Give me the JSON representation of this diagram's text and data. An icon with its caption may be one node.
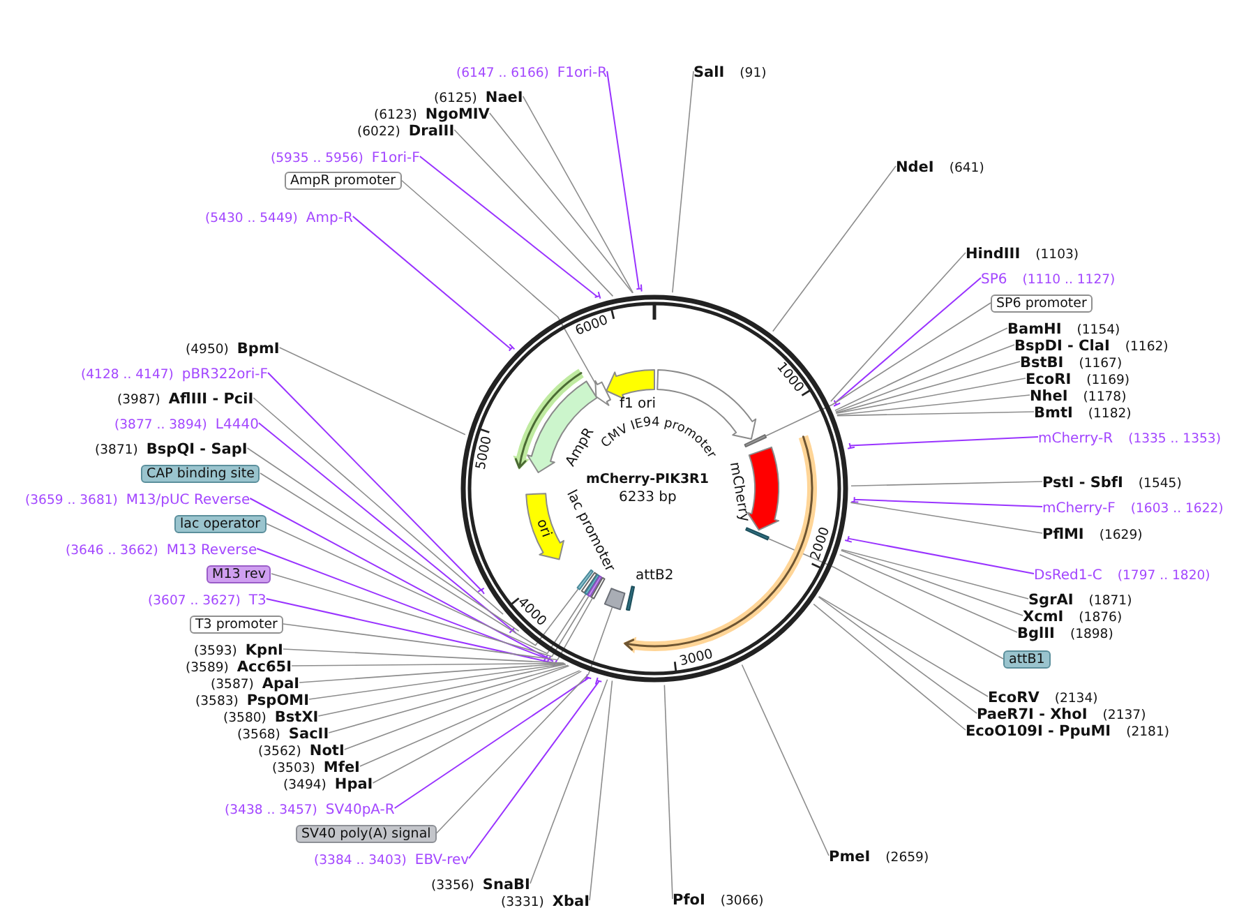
{
  "diagram": {
    "nodes": [
      {
        "text": [
          "(6147 .. 6166)",
          "F1ori-R"
        ]
      },
      {
        "text": [
          "SalI",
          "(91)"
        ]
      },
      {
        "text": [
          "(6125)",
          "NaeI"
        ]
      },
      {
        "text": [
          "(6123)",
          "NgoMIV"
        ]
      },
      {
        "text": [
          "(6022)",
          "DraIII"
        ]
      },
      {
        "text": [
          "(5935 .. 5956)",
          "F1ori-F"
        ]
      },
      {
        "text": [
          "NdeI",
          "(641)"
        ]
      },
      {
        "text": [
          "AmpR promoter"
        ]
      },
      {
        "text": [
          "(5430 .. 5449)",
          "Amp-R"
        ]
      },
      {
        "text": [
          "HindIII",
          "(1103)"
        ]
      },
      {
        "text": [
          "SP6",
          "(1110 .. 1127)"
        ]
      },
      {
        "text": [
          "SP6 promoter"
        ]
      },
      {
        "text": [
          "BamHI",
          "(1154)"
        ]
      },
      {
        "text": [
          "(4950)",
          "BpmI"
        ]
      },
      {
        "text": [
          "BspDI - ClaI",
          "(1162)"
        ]
      },
      {
        "text": [
          "BstBI",
          "(1167)"
        ]
      },
      {
        "text": [
          "(4128 .. 4147)",
          "pBR322ori-F"
        ]
      },
      {
        "text": [
          "EcoRI",
          "(1169)"
        ]
      },
      {
        "text": [
          "(3987)",
          "AflIII - PciI"
        ]
      },
      {
        "text": [
          "NheI",
          "(1178)"
        ]
      },
      {
        "text": [
          "BmtI",
          "(1182)"
        ]
      },
      {
        "text": [
          "(3877 .. 3894)",
          "L4440"
        ]
      },
      {
        "text": [
          "mCherry-R",
          "(1335 .. 1353)"
        ]
      },
      {
        "text": [
          "(3871)",
          "BspQI - SapI"
        ]
      },
      {
        "text": [
          "CAP binding site"
        ]
      },
      {
        "text": [
          "PstI - SbfI",
          "(1545)"
        ]
      },
      {
        "text": [
          "(3659 .. 3681)",
          "M13/pUC Reverse"
        ]
      },
      {
        "text": [
          "mCherry-F",
          "(1603 .. 1622)"
        ]
      },
      {
        "text": [
          "lac operator"
        ]
      },
      {
        "text": [
          "PflMI",
          "(1629)"
        ]
      },
      {
        "text": [
          "(3646 .. 3662)",
          "M13 Reverse"
        ]
      },
      {
        "text": [
          "M13 rev"
        ]
      },
      {
        "text": [
          "DsRed1-C",
          "(1797 .. 1820)"
        ]
      },
      {
        "text": [
          "(3607 .. 3627)",
          "T3"
        ]
      },
      {
        "text": [
          "SgrAI",
          "(1871)"
        ]
      },
      {
        "text": [
          "XcmI",
          "(1876)"
        ]
      },
      {
        "text": [
          "T3 promoter"
        ]
      },
      {
        "text": [
          "BglII",
          "(1898)"
        ]
      },
      {
        "text": [
          "(3593)",
          "KpnI"
        ]
      },
      {
        "text": [
          "attB1"
        ]
      },
      {
        "text": [
          "(3589)",
          "Acc65I"
        ]
      },
      {
        "text": [
          "(3587)",
          "ApaI"
        ]
      },
      {
        "text": [
          "(3583)",
          "PspOMI"
        ]
      },
      {
        "text": [
          "EcoRV",
          "(2134)"
        ]
      },
      {
        "text": [
          "(3580)",
          "BstXI"
        ]
      },
      {
        "text": [
          "PaeR7I - XhoI",
          "(2137)"
        ]
      },
      {
        "text": [
          "(3568)",
          "SacII"
        ]
      },
      {
        "text": [
          "EcoO109I - PpuMI",
          "(2181)"
        ]
      },
      {
        "text": [
          "(3562)",
          "NotI"
        ]
      },
      {
        "text": [
          "(3503)",
          "MfeI"
        ]
      },
      {
        "text": [
          "(3494)",
          "HpaI"
        ]
      },
      {
        "text": [
          "(3438 .. 3457)",
          "SV40pA-R"
        ]
      },
      {
        "text": [
          "SV40 poly(A) signal"
        ]
      },
      {
        "text": [
          "(3384 .. 3403)",
          "EBV-rev"
        ]
      },
      {
        "text": [
          "PmeI",
          "(2659)"
        ]
      },
      {
        "text": [
          "(3356)",
          "SnaBI"
        ]
      },
      {
        "text": [
          "(3331)",
          "XbaI"
        ]
      },
      {
        "text": [
          "PfoI",
          "(3066)"
        ]
      },
      {
        "text": [
          "mCherry-PIK3R1",
          "6233 bp"
        ]
      },
      {
        "text": [
          "f1 ori"
        ],
        "in": 58
      },
      {
        "text": [
          "CMV IE94 promoter"
        ],
        "in": 58
      },
      {
        "text": [],
        "shape": "arrow",
        "in": 58
      },
      {
        "text": [],
        "shape": "arrow",
        "in": 58
      },
      {
        "text": [
          "AmpR"
        ],
        "in": 58
      },
      {
        "text": [],
        "shape": "arrow",
        "in": 58
      },
      {
        "text": [],
        "shape": "bar",
        "in": 58
      },
      {
        "text": [
          "mCherry"
        ],
        "in": 58
      },
      {
        "text": [
          "lac promoter"
        ],
        "in": 58
      },
      {
        "text": [
          "ori"
        ],
        "in": 58
      },
      {
        "text": [],
        "shape": "bar",
        "in": 58
      },
      {
        "text": [],
        "shape": "bar",
        "in": 58
      },
      {
        "text": [],
        "shape": "bar",
        "in": 58
      },
      {
        "text": [],
        "shape": "bar",
        "in": 58
      },
      {
        "text": [],
        "shape": "bar",
        "in": 58
      },
      {
        "text": [
          "attB2"
        ],
        "in": 58
      },
      {
        "text": [],
        "shape": "box",
        "in": 58
      }
    ],
    "edges": [
      {
        "from": 0,
        "to": 58,
        "arrow": "none",
        "color": "#9933ff"
      },
      {
        "from": 1,
        "to": 58,
        "arrow": "none"
      },
      {
        "from": 2,
        "to": 58,
        "arrow": "none"
      },
      {
        "from": 3,
        "to": 58,
        "arrow": "none"
      },
      {
        "from": 4,
        "to": 58,
        "arrow": "none"
      },
      {
        "from": 5,
        "to": 58,
        "arrow": "none",
        "color": "#9933ff"
      },
      {
        "from": 6,
        "to": 58,
        "arrow": "none"
      },
      {
        "from": 7,
        "to": 62,
        "arrow": "none"
      },
      {
        "from": 8,
        "to": 58,
        "arrow": "none",
        "color": "#9933ff"
      },
      {
        "from": 9,
        "to": 58,
        "arrow": "none"
      },
      {
        "from": 10,
        "to": 58,
        "arrow": "none",
        "color": "#9933ff"
      },
      {
        "from": 11,
        "to": 65,
        "arrow": "none"
      },
      {
        "from": 12,
        "to": 58,
        "arrow": "none"
      },
      {
        "from": 13,
        "to": 58,
        "arrow": "none"
      },
      {
        "from": 14,
        "to": 58,
        "arrow": "none"
      },
      {
        "from": 15,
        "to": 58,
        "arrow": "none"
      },
      {
        "from": 16,
        "to": 58,
        "arrow": "none",
        "color": "#9933ff"
      },
      {
        "from": 17,
        "to": 58,
        "arrow": "none"
      },
      {
        "from": 18,
        "to": 58,
        "arrow": "none"
      },
      {
        "from": 19,
        "to": 58,
        "arrow": "none"
      },
      {
        "from": 20,
        "to": 58,
        "arrow": "none"
      },
      {
        "from": 21,
        "to": 58,
        "arrow": "none",
        "color": "#9933ff"
      },
      {
        "from": 22,
        "to": 58,
        "arrow": "none",
        "color": "#9933ff"
      },
      {
        "from": 23,
        "to": 58,
        "arrow": "none"
      },
      {
        "from": 24,
        "to": 70,
        "arrow": "none"
      },
      {
        "from": 25,
        "to": 58,
        "arrow": "none"
      },
      {
        "from": 26,
        "to": 58,
        "arrow": "none",
        "color": "#9933ff"
      },
      {
        "from": 27,
        "to": 58,
        "arrow": "none",
        "color": "#9933ff"
      },
      {
        "from": 28,
        "to": 71,
        "arrow": "none"
      },
      {
        "from": 29,
        "to": 58,
        "arrow": "none"
      },
      {
        "from": 30,
        "to": 58,
        "arrow": "none",
        "color": "#9933ff"
      },
      {
        "from": 31,
        "to": 72,
        "arrow": "none"
      },
      {
        "from": 32,
        "to": 58,
        "arrow": "none",
        "color": "#9933ff"
      },
      {
        "from": 33,
        "to": 58,
        "arrow": "none",
        "color": "#9933ff"
      },
      {
        "from": 34,
        "to": 58,
        "arrow": "none"
      },
      {
        "from": 35,
        "to": 58,
        "arrow": "none"
      },
      {
        "from": 36,
        "to": 73,
        "arrow": "none"
      },
      {
        "from": 37,
        "to": 58,
        "arrow": "none"
      },
      {
        "from": 38,
        "to": 58,
        "arrow": "none"
      },
      {
        "from": 39,
        "to": 69,
        "arrow": "none"
      },
      {
        "from": 40,
        "to": 58,
        "arrow": "none"
      },
      {
        "from": 41,
        "to": 58,
        "arrow": "none"
      },
      {
        "from": 42,
        "to": 58,
        "arrow": "none"
      },
      {
        "from": 43,
        "to": 58,
        "arrow": "none"
      },
      {
        "from": 44,
        "to": 58,
        "arrow": "none"
      },
      {
        "from": 45,
        "to": 58,
        "arrow": "none"
      },
      {
        "from": 46,
        "to": 58,
        "arrow": "none"
      },
      {
        "from": 47,
        "to": 58,
        "arrow": "none"
      },
      {
        "from": 48,
        "to": 58,
        "arrow": "none"
      },
      {
        "from": 49,
        "to": 58,
        "arrow": "none"
      },
      {
        "from": 50,
        "to": 58,
        "arrow": "none"
      },
      {
        "from": 51,
        "to": 58,
        "arrow": "none",
        "color": "#9933ff"
      },
      {
        "from": 52,
        "to": 75,
        "arrow": "none"
      },
      {
        "from": 53,
        "to": 58,
        "arrow": "none",
        "color": "#9933ff"
      },
      {
        "from": 54,
        "to": 58,
        "arrow": "none"
      },
      {
        "from": 55,
        "to": 58,
        "arrow": "none"
      },
      {
        "from": 56,
        "to": 58,
        "arrow": "none"
      },
      {
        "from": 57,
        "to": 58,
        "arrow": "none"
      }
    ],
    "labels": [
      "6000",
      "1000",
      "5000",
      "2000",
      "4000",
      "3000"
    ]
  }
}
